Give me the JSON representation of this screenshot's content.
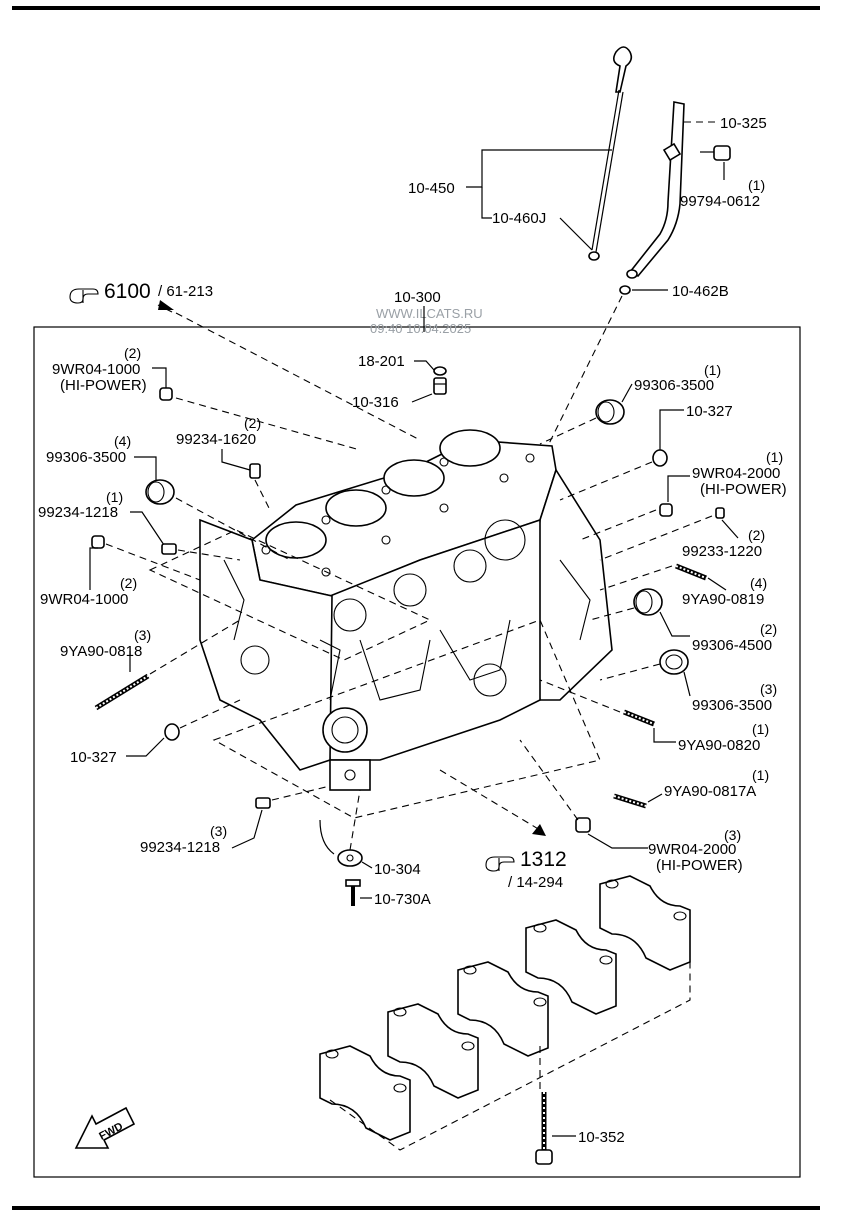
{
  "references": {
    "ref1": {
      "main": "6100",
      "sub": "/ 61-213"
    },
    "ref2": {
      "main": "1312",
      "sub": "/ 14-294"
    },
    "top_center": "10-300"
  },
  "watermark": {
    "site": "WWW.ILCATS.RU",
    "datetime": "09:40 10.04.2025"
  },
  "callouts": [
    {
      "id": "c-10-325",
      "part": "10-325"
    },
    {
      "id": "c-99794-0612",
      "part": "99794-0612",
      "qty": "(1)"
    },
    {
      "id": "c-10-450",
      "part": "10-450"
    },
    {
      "id": "c-10-460J",
      "part": "10-460J"
    },
    {
      "id": "c-10-462B",
      "part": "10-462B"
    },
    {
      "id": "c-18-201",
      "part": "18-201"
    },
    {
      "id": "c-10-316",
      "part": "10-316"
    },
    {
      "id": "c-9WR04-1000-hp",
      "part": "9WR04-1000",
      "qty": "(2)",
      "note": "(HI-POWER)"
    },
    {
      "id": "c-99234-1620",
      "part": "99234-1620",
      "qty": "(2)"
    },
    {
      "id": "c-99306-3500-a",
      "part": "99306-3500",
      "qty": "(4)"
    },
    {
      "id": "c-99234-1218-a",
      "part": "99234-1218",
      "qty": "(1)"
    },
    {
      "id": "c-9WR04-1000",
      "part": "9WR04-1000",
      "qty": "(2)"
    },
    {
      "id": "c-9YA90-0818",
      "part": "9YA90-0818",
      "qty": "(3)"
    },
    {
      "id": "c-10-327-a",
      "part": "10-327"
    },
    {
      "id": "c-99234-1218-b",
      "part": "99234-1218",
      "qty": "(3)"
    },
    {
      "id": "c-99306-3500-b",
      "part": "99306-3500",
      "qty": "(1)"
    },
    {
      "id": "c-10-327-b",
      "part": "10-327"
    },
    {
      "id": "c-9WR04-2000-hp1",
      "part": "9WR04-2000",
      "qty": "(1)",
      "note": "(HI-POWER)"
    },
    {
      "id": "c-99233-1220",
      "part": "99233-1220",
      "qty": "(2)"
    },
    {
      "id": "c-9YA90-0819",
      "part": "9YA90-0819",
      "qty": "(4)"
    },
    {
      "id": "c-99306-4500",
      "part": "99306-4500",
      "qty": "(2)"
    },
    {
      "id": "c-99306-3500-c",
      "part": "99306-3500",
      "qty": "(3)"
    },
    {
      "id": "c-9YA90-0820",
      "part": "9YA90-0820",
      "qty": "(1)"
    },
    {
      "id": "c-9YA90-0817A",
      "part": "9YA90-0817A",
      "qty": "(1)"
    },
    {
      "id": "c-9WR04-2000-hp3",
      "part": "9WR04-2000",
      "qty": "(3)",
      "note": "(HI-POWER)"
    },
    {
      "id": "c-10-304",
      "part": "10-304"
    },
    {
      "id": "c-10-730A",
      "part": "10-730A"
    },
    {
      "id": "c-10-352",
      "part": "10-352"
    }
  ],
  "fwd_label": "FWD"
}
